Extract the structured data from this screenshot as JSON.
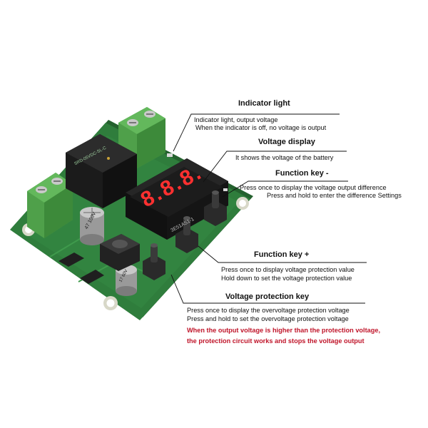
{
  "colors": {
    "pcb": "#2f7d3c",
    "terminal": "#4fa04a",
    "relay": "#1b1b1b",
    "display": "#1c1c1c",
    "segment": "#ff3030",
    "warning_text": "#c0152a"
  },
  "component_markings": {
    "relay": "SRD-05VDC-SL-C",
    "display": "3E51AS1-1",
    "capacitor_large": "47 100V",
    "capacitor_small": "17 60V",
    "digits": "8.8.8."
  },
  "annotations": {
    "indicator": {
      "title": "Indicator light",
      "line1": "Indicator light, output voltage",
      "line2": "When the indicator is off, no voltage is output"
    },
    "display": {
      "title": "Voltage display",
      "line1": "It shows the voltage of the battery"
    },
    "function_minus": {
      "title": "Function key -",
      "line1": "Press once to display the voltage output difference",
      "line2": "Press and hold to enter the difference Settings"
    },
    "function_plus": {
      "title": "Function key +",
      "line1": "Press once to display voltage protection value",
      "line2": "Hold down to set the voltage protection value"
    },
    "protection": {
      "title": "Voltage protection key",
      "line1": "Press once to display the overvoltage protection voltage",
      "line2": "Press and hold to set the overvoltage protection voltage",
      "warning1": "When the output voltage is higher than the protection voltage,",
      "warning2": "the protection circuit works and stops the voltage output"
    }
  }
}
